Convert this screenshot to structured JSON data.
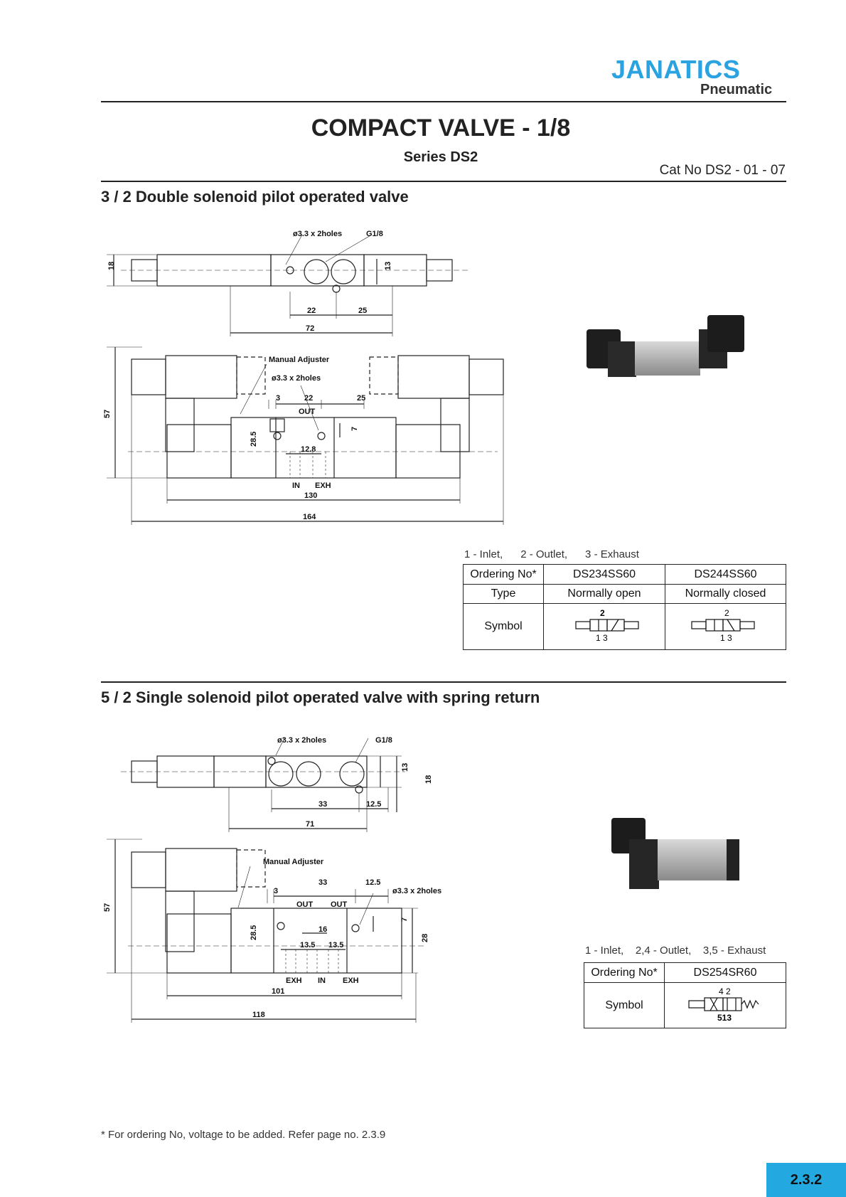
{
  "brand": {
    "name": "JANATICS",
    "tagline": "Pneumatic"
  },
  "header": {
    "title": "COMPACT VALVE - 1/8",
    "series": "Series DS2",
    "cat_no": "Cat No DS2 - 01 - 07"
  },
  "section1": {
    "heading": "3 / 2 Double solenoid pilot operated valve",
    "dims": {
      "holes": "ø3.3 x 2holes",
      "port": "G1/8",
      "h18": "18",
      "h13": "13",
      "d22": "22",
      "d25": "25",
      "d72": "72",
      "manual": "Manual Adjuster",
      "holes2": "ø3.3 x 2holes",
      "d3": "3",
      "d22b": "22",
      "d25b": "25",
      "out": "OUT",
      "d7": "7",
      "h57": "57",
      "h285": "28.5",
      "d128": "12.8",
      "in": "IN",
      "exh": "EXH",
      "d130": "130",
      "d164": "164"
    },
    "legend": "1 - Inlet,      2 - Outlet,      3 - Exhaust",
    "table": {
      "ordering_label": "Ordering No*",
      "type_label": "Type",
      "symbol_label": "Symbol",
      "col1_no": "DS234SS60",
      "col2_no": "DS244SS60",
      "col1_type": "Normally open",
      "col2_type": "Normally closed",
      "sym_top": "2",
      "sym_bottom": "1 3"
    }
  },
  "section2": {
    "heading": "5 / 2 Single solenoid pilot operated valve with spring return",
    "dims": {
      "holes": "ø3.3 x 2holes",
      "port": "G1/8",
      "h13": "13",
      "h18": "18",
      "d33": "33",
      "d125": "12.5",
      "d71": "71",
      "manual": "Manual Adjuster",
      "d3": "3",
      "d33b": "33",
      "d125b": "12.5",
      "holes2": "ø3.3 x 2holes",
      "out1": "OUT",
      "out2": "OUT",
      "d7": "7",
      "h57": "57",
      "h285": "28.5",
      "d16": "16",
      "d135a": "13.5",
      "d135b": "13.5",
      "h28": "28",
      "exh1": "EXH",
      "in": "IN",
      "exh2": "EXH",
      "d101": "101",
      "d118": "118"
    },
    "legend": "1 - Inlet,    2,4 - Outlet,    3,5 - Exhaust",
    "table": {
      "ordering_label": "Ordering No*",
      "symbol_label": "Symbol",
      "col1_no": "DS254SR60",
      "sym_top": "4 2",
      "sym_bottom": "513"
    }
  },
  "footnote": "* For ordering No, voltage to be added. Refer page no. 2.3.9",
  "page_number": "2.3.2"
}
